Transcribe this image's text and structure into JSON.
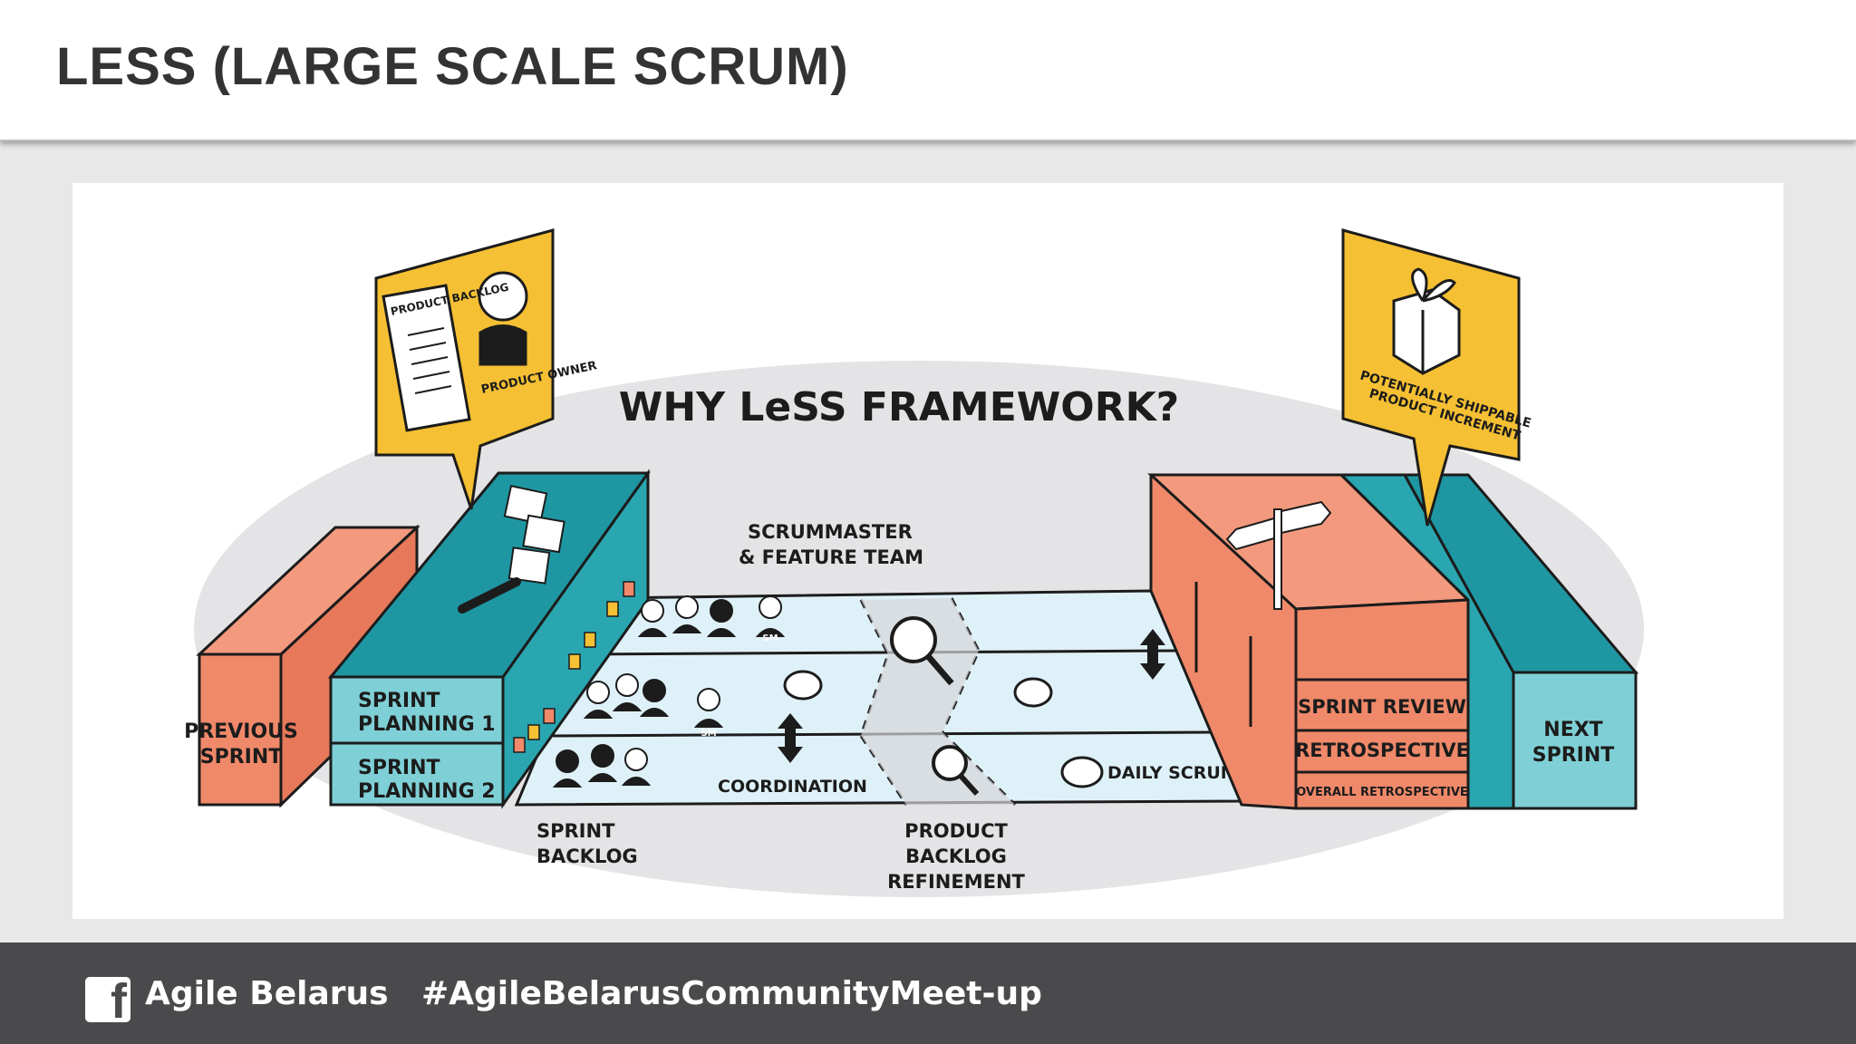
{
  "slide": {
    "title": "LESS (LARGE SCALE SCRUM)"
  },
  "diagram": {
    "heading": "WHY LeSS FRAMEWORK?",
    "labels": {
      "product_backlog": "PRODUCT BACKLOG",
      "product_owner": "PRODUCT OWNER",
      "shippable_1": "POTENTIALLY SHIPPABLE",
      "shippable_2": "PRODUCT INCREMENT",
      "scrummaster_1": "SCRUMMASTER",
      "scrummaster_2": "& FEATURE TEAM",
      "previous_sprint_1": "PREVIOUS",
      "previous_sprint_2": "SPRINT",
      "sprint_planning_1a": "SPRINT",
      "sprint_planning_1b": "PLANNING 1",
      "sprint_planning_2a": "SPRINT",
      "sprint_planning_2b": "PLANNING 2",
      "sprint_backlog_1": "SPRINT",
      "sprint_backlog_2": "BACKLOG",
      "coordination": "COORDINATION",
      "pbr_1": "PRODUCT",
      "pbr_2": "BACKLOG",
      "pbr_3": "REFINEMENT",
      "daily_scrum": "DAILY SCRUM",
      "sprint_review": "SPRINT REVIEW",
      "retrospective": "RETROSPECTIVE",
      "overall_retrospective": "OVERALL RETROSPECTIVE",
      "next_sprint_1": "NEXT",
      "next_sprint_2": "SPRINT",
      "sm_badge": "SM"
    },
    "colors": {
      "yellow": "#f5c033",
      "teal": "#2aa6b0",
      "teal_light": "#7fd0d6",
      "salmon": "#f0896a",
      "floor": "#dff1f8",
      "ellipse": "#e4e4e6"
    }
  },
  "footer": {
    "facebook_icon": "facebook-icon",
    "brand": "Agile Belarus",
    "hashtag": "#AgileBelarusCommunityMeet-up"
  }
}
